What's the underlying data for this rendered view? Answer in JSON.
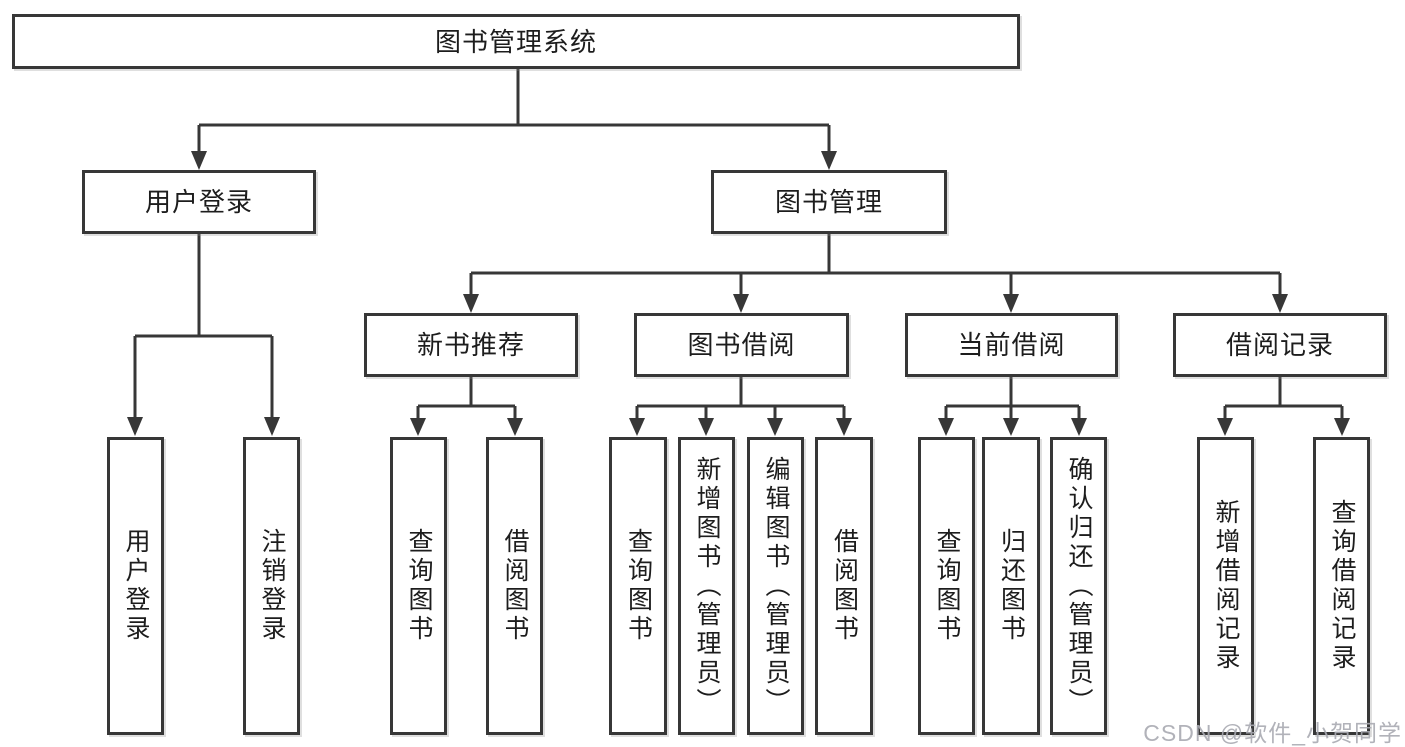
{
  "diagram": {
    "root": {
      "label": "图书管理系统"
    },
    "level2": [
      {
        "id": "user-login",
        "label": "用户登录"
      },
      {
        "id": "book-management",
        "label": "图书管理"
      }
    ],
    "level3": [
      {
        "id": "new-book-recommend",
        "parent": "图书管理",
        "label": "新书推荐"
      },
      {
        "id": "book-borrowing",
        "parent": "图书管理",
        "label": "图书借阅"
      },
      {
        "id": "current-borrowing",
        "parent": "图书管理",
        "label": "当前借阅"
      },
      {
        "id": "borrowing-records",
        "parent": "图书管理",
        "label": "借阅记录"
      }
    ],
    "leaves": [
      {
        "parent": "用户登录",
        "label": "用户登录"
      },
      {
        "parent": "用户登录",
        "label": "注销登录"
      },
      {
        "parent": "新书推荐",
        "label": "查询图书"
      },
      {
        "parent": "新书推荐",
        "label": "借阅图书"
      },
      {
        "parent": "图书借阅",
        "label": "查询图书"
      },
      {
        "parent": "图书借阅",
        "label": "新增图书（管理员）"
      },
      {
        "parent": "图书借阅",
        "label": "编辑图书（管理员）"
      },
      {
        "parent": "图书借阅",
        "label": "借阅图书"
      },
      {
        "parent": "当前借阅",
        "label": "查询图书"
      },
      {
        "parent": "当前借阅",
        "label": "归还图书"
      },
      {
        "parent": "当前借阅",
        "label": "确认归还（管理员）"
      },
      {
        "parent": "借阅记录",
        "label": "新增借阅记录"
      },
      {
        "parent": "借阅记录",
        "label": "查询借阅记录"
      }
    ],
    "colors": {
      "line": "#373737",
      "box_fill": "#ffffff",
      "text": "#1d1d1d",
      "watermark": "#a9aab2"
    }
  },
  "watermark": {
    "text": "CSDN @软件_小贺同学"
  }
}
